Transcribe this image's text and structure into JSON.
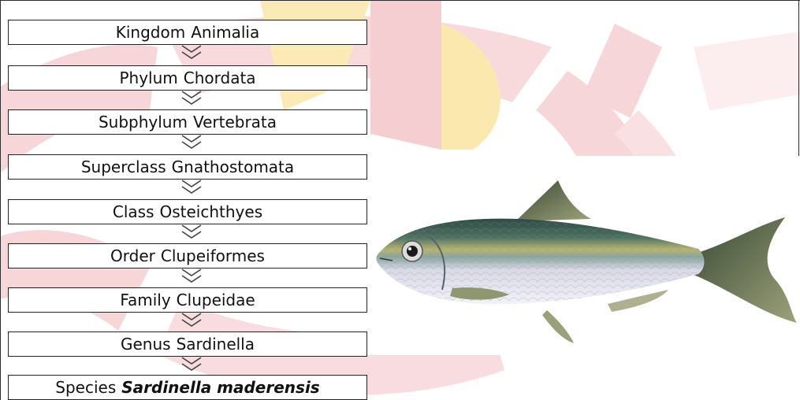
{
  "colors": {
    "watermark_red": "#e8b9bd",
    "watermark_yellow": "#fbe7a9",
    "box_border": "#222222",
    "fish_back": "#3f5e50",
    "fish_belly": "#eceaf4",
    "fish_stripe": "#b7b46a"
  },
  "taxonomy": [
    {
      "rank": "Kingdom",
      "name": "Animalia"
    },
    {
      "rank": "Phylum",
      "name": "Chordata"
    },
    {
      "rank": "Subphylum",
      "name": "Vertebrata"
    },
    {
      "rank": "Superclass",
      "name": "Gnathostomata"
    },
    {
      "rank": "Class",
      "name": "Osteichthyes"
    },
    {
      "rank": "Order",
      "name": "Clupeiformes"
    },
    {
      "rank": "Family",
      "name": "Clupeidae"
    },
    {
      "rank": "Genus",
      "name": "Sardinella"
    },
    {
      "rank": "Species",
      "name": "Sardinella maderensis"
    }
  ],
  "illustration": {
    "icon": "sardine-fish-illustration"
  }
}
